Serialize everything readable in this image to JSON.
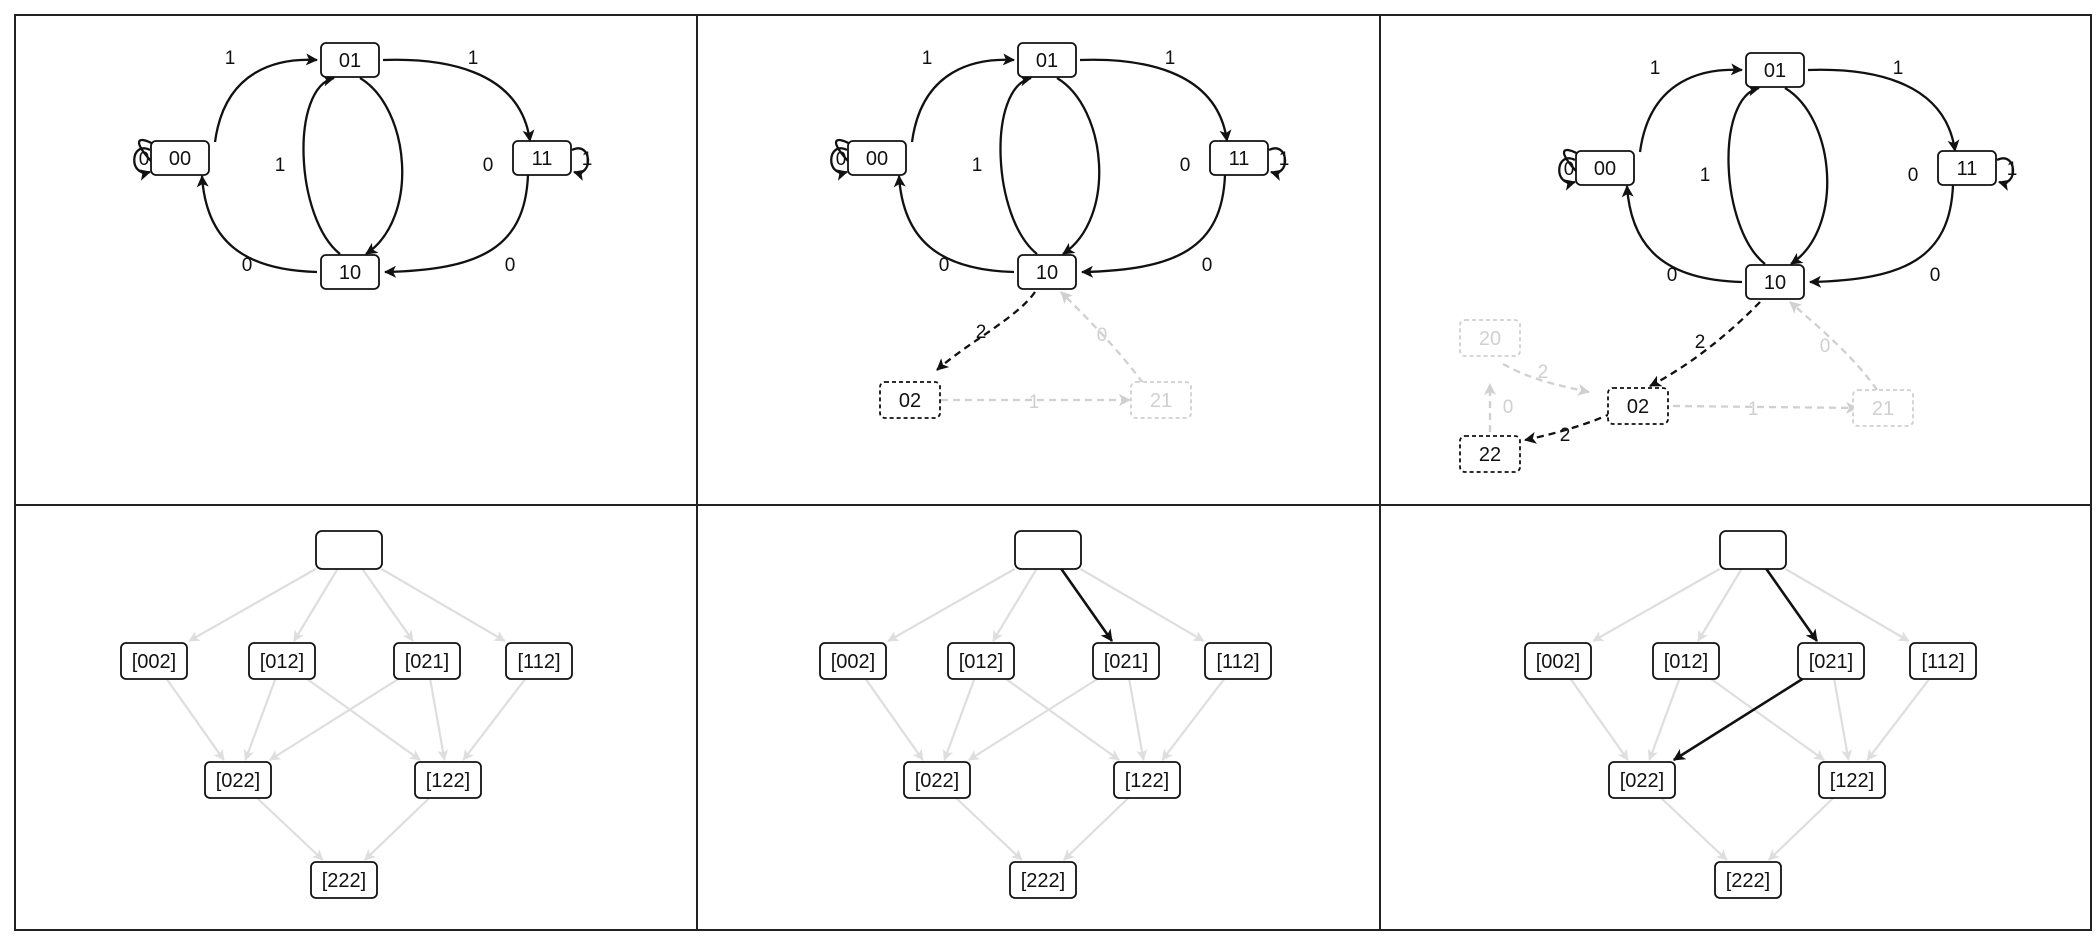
{
  "colors": {
    "active": "#111111",
    "faded": "#d0d0d0",
    "lattice_edge": "#dedede",
    "background": "#ffffff"
  },
  "debruijn": {
    "nodes": [
      "00",
      "01",
      "10",
      "11",
      "02",
      "21",
      "20",
      "22"
    ],
    "edge_labels": {
      "one": "1",
      "zero": "0",
      "two": "2"
    }
  },
  "lattice": {
    "root": "",
    "nodes": [
      "[002]",
      "[012]",
      "[021]",
      "[112]",
      "[022]",
      "[122]",
      "[222]"
    ]
  },
  "panels": [
    {
      "id": "graph-1",
      "extra_nodes": [],
      "extra_edges": []
    },
    {
      "id": "graph-2",
      "extra_nodes": [
        {
          "id": "02",
          "state": "active"
        },
        {
          "id": "21",
          "state": "faded"
        }
      ],
      "extra_edges": [
        {
          "from": "10",
          "to": "02",
          "label": "2",
          "state": "active"
        },
        {
          "from": "02",
          "to": "21",
          "label": "1",
          "state": "faded"
        },
        {
          "from": "21",
          "to": "10",
          "label": "0",
          "state": "faded"
        }
      ]
    },
    {
      "id": "graph-3",
      "extra_nodes": [
        {
          "id": "02",
          "state": "active"
        },
        {
          "id": "21",
          "state": "faded"
        },
        {
          "id": "20",
          "state": "faded"
        },
        {
          "id": "22",
          "state": "active"
        }
      ],
      "extra_edges": [
        {
          "from": "10",
          "to": "02",
          "label": "2",
          "state": "active"
        },
        {
          "from": "02",
          "to": "21",
          "label": "1",
          "state": "faded"
        },
        {
          "from": "21",
          "to": "10",
          "label": "0",
          "state": "faded"
        },
        {
          "from": "20",
          "to": "02",
          "label": "2",
          "state": "faded"
        },
        {
          "from": "02",
          "to": "22",
          "label": "2",
          "state": "active"
        },
        {
          "from": "22",
          "to": "20",
          "label": "0",
          "state": "faded"
        }
      ]
    },
    {
      "id": "lattice-1",
      "highlighted_path": []
    },
    {
      "id": "lattice-2",
      "highlighted_path": [
        {
          "from": "root",
          "to": "[021]"
        }
      ]
    },
    {
      "id": "lattice-3",
      "highlighted_path": [
        {
          "from": "root",
          "to": "[021]"
        },
        {
          "from": "[021]",
          "to": "[022]"
        }
      ]
    }
  ]
}
